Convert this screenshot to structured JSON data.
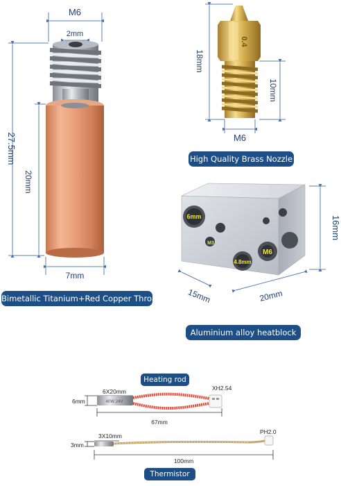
{
  "throat": {
    "dim_m6": "M6",
    "dim_2mm": "2mm",
    "dim_27_5mm": "27.5mm",
    "dim_20mm": "20mm",
    "dim_7mm": "7mm",
    "label": "Bimetallic Titanium+Red Copper Throat"
  },
  "nozzle": {
    "dim_18mm": "18mm",
    "dim_10mm": "10mm",
    "dim_m6": "M6",
    "engraving": "0.4",
    "label": "High Quality Brass Nozzle"
  },
  "heatblock": {
    "dim_16mm": "16mm",
    "dim_15mm": "15mm",
    "dim_20mm": "20mm",
    "hole_6mm": "6mm",
    "hole_m3": "M3",
    "hole_4_8mm": "4.8mm",
    "hole_m6": "M6",
    "label": "Aluminium alloy heatblock"
  },
  "heating_rod": {
    "label": "Heating rod",
    "dim_6x20mm": "6X20mm",
    "connector": "XH2.54",
    "dim_6mm": "6mm",
    "dim_67mm": "67mm",
    "rod_print": "40W 24V"
  },
  "thermistor": {
    "label": "Thermistor",
    "dim_3x10mm": "3X10mm",
    "connector": "PH2.0",
    "dim_3mm": "3mm",
    "dim_100mm": "100mm"
  },
  "colors": {
    "label_bg": "#1d4f86",
    "label_text": "#ffffff",
    "dimension_line": "#5b7fb5",
    "copper": "#e29a6e",
    "brass": "#d9b45a",
    "aluminium": "#c9ccd3",
    "wire_red": "#e5402c"
  }
}
